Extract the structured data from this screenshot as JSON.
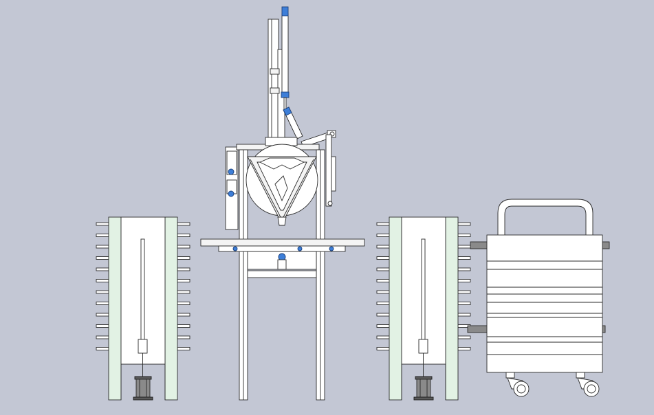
{
  "view": {
    "background_color": "#c3c7d4",
    "line_color": "#2a2a2a",
    "accent_color": "#3d7ed8",
    "panel_fill_color": "#e2f2e4"
  },
  "components": [
    {
      "id": "left-side-panel",
      "kind": "side-panel-with-rod"
    },
    {
      "id": "center-frame-assembly",
      "kind": "frame-with-hopper-and-cylinders"
    },
    {
      "id": "right-side-panel",
      "kind": "side-panel-with-rod"
    },
    {
      "id": "trolley-cart",
      "kind": "cart-with-handle-and-casters"
    }
  ],
  "icons": [
    "pneumatic-cylinder-icon",
    "caster-wheel-icon",
    "weight-base-icon"
  ]
}
